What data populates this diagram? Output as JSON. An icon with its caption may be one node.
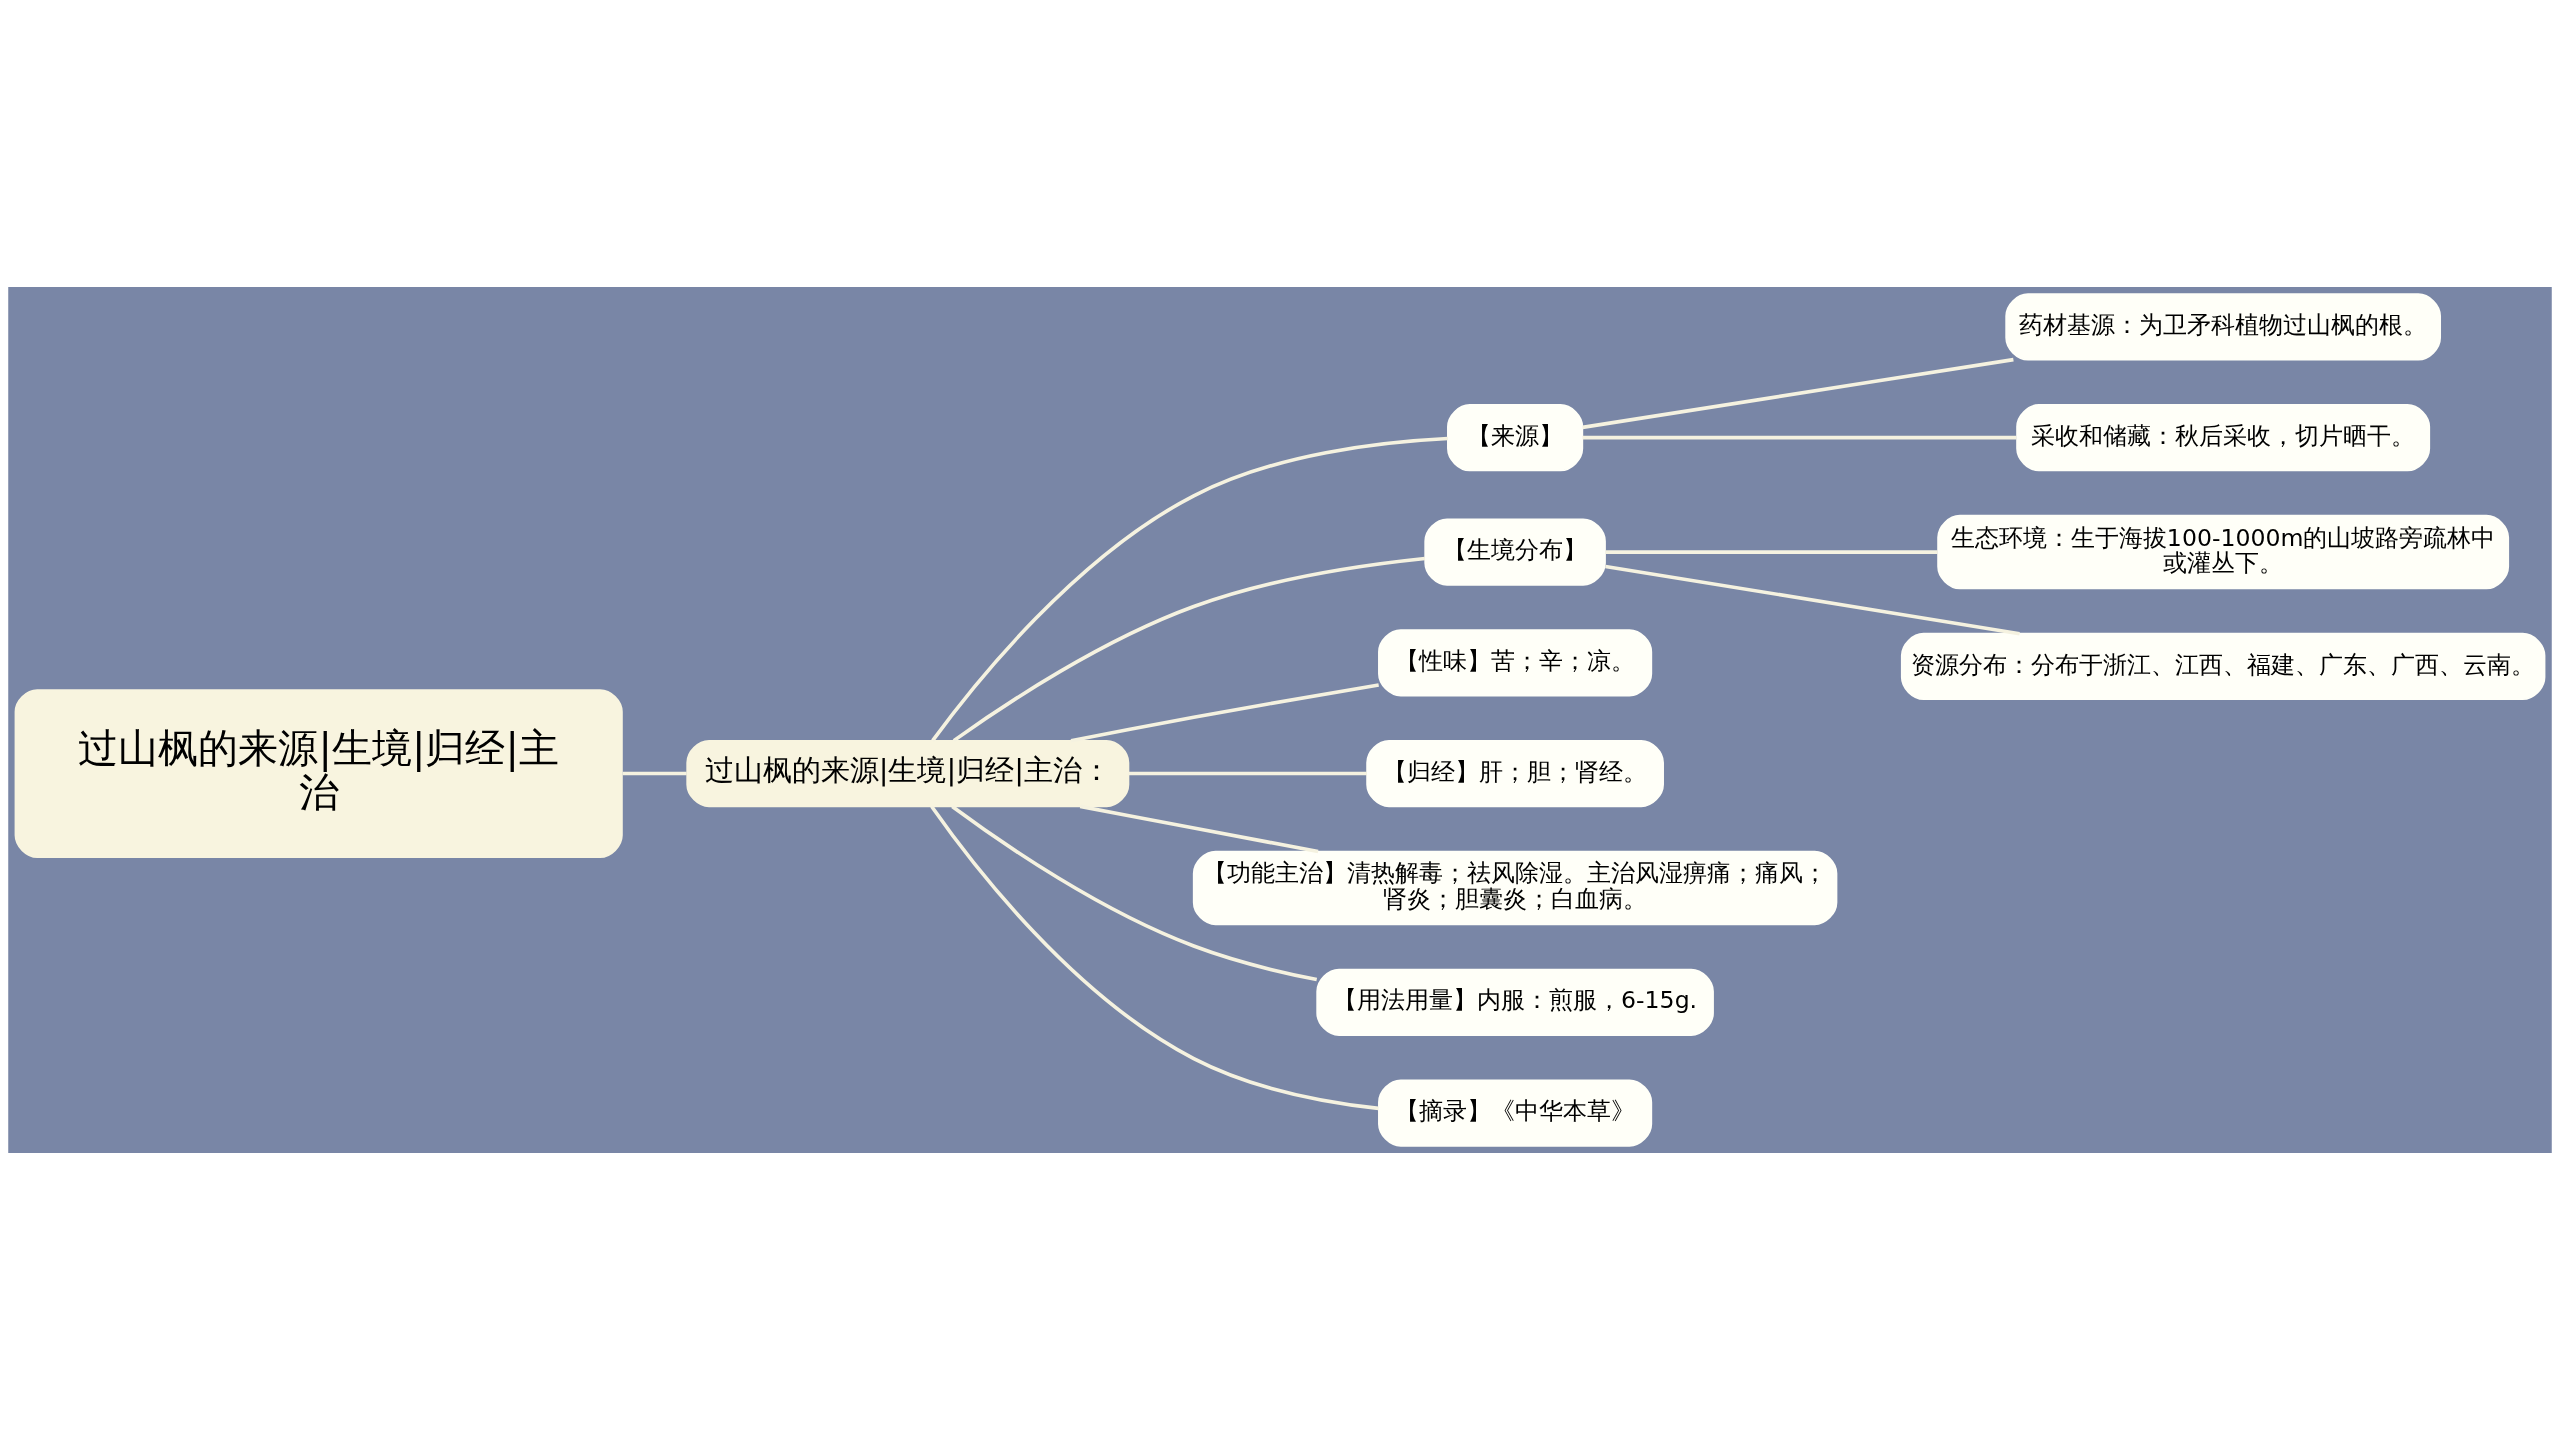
{
  "diagram": {
    "nodes": [
      {
        "text": [
          "过山枫的来源|生境|归经|主治"
        ]
      },
      {
        "text": [
          "过山枫的来源|生境|归经|主治："
        ]
      },
      {
        "text": [
          "【来源】"
        ]
      },
      {
        "text": [
          "药材基源：为卫矛科植物过山枫的根。"
        ]
      },
      {
        "text": [
          "采收和储藏：秋后采收，切片晒干。"
        ]
      },
      {
        "text": [
          "【生境分布】"
        ]
      },
      {
        "text": [
          "生态环境：生于海拔100-1000m的山坡路旁疏林中或灌丛下。"
        ]
      },
      {
        "text": [
          "资源分布：分布于浙江、江西、福建、广东、广西、云南。"
        ]
      },
      {
        "text": [
          "【性味】苦；辛；凉。"
        ]
      },
      {
        "text": [
          "【归经】肝；胆；肾经。"
        ]
      },
      {
        "text": [
          "【功能主治】清热解毒；祛风除湿。主治风湿痹痛；痛风；肾炎；胆囊炎；白血病。"
        ]
      },
      {
        "text": [
          "【用法用量】内服：煎服，6-15g."
        ]
      },
      {
        "text": [
          "【摘录】《中华本草》"
        ]
      }
    ],
    "edges": [
      {
        "from": 0,
        "to": 1,
        "arrow": "none"
      },
      {
        "from": 1,
        "to": 2,
        "arrow": "none"
      },
      {
        "from": 2,
        "to": 3,
        "arrow": "none"
      },
      {
        "from": 2,
        "to": 4,
        "arrow": "none"
      },
      {
        "from": 1,
        "to": 5,
        "arrow": "none"
      },
      {
        "from": 5,
        "to": 6,
        "arrow": "none"
      },
      {
        "from": 5,
        "to": 7,
        "arrow": "none"
      },
      {
        "from": 1,
        "to": 8,
        "arrow": "none"
      },
      {
        "from": 1,
        "to": 9,
        "arrow": "none"
      },
      {
        "from": 1,
        "to": 10,
        "arrow": "none"
      },
      {
        "from": 1,
        "to": 11,
        "arrow": "none"
      },
      {
        "from": 1,
        "to": 12,
        "arrow": "none"
      }
    ]
  }
}
